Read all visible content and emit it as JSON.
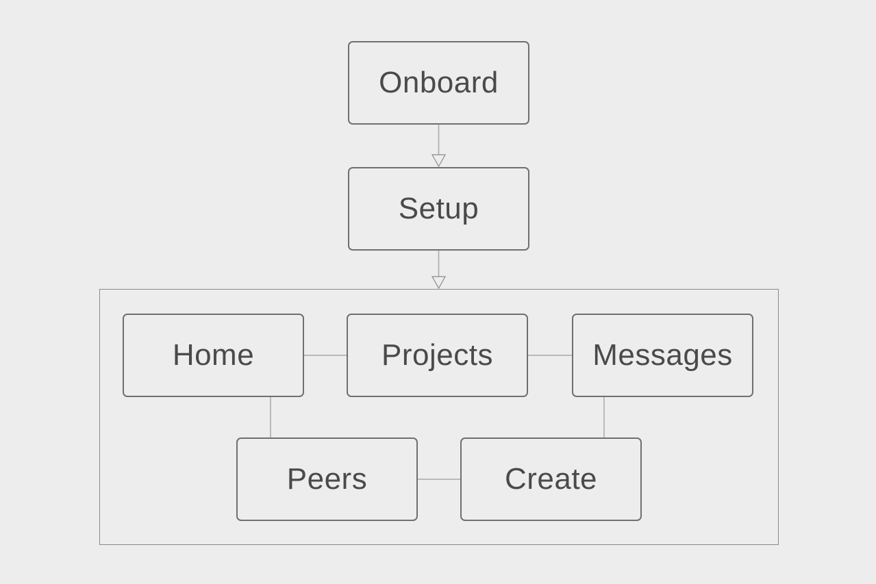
{
  "nodes": {
    "onboard": "Onboard",
    "setup": "Setup",
    "home": "Home",
    "projects": "Projects",
    "messages": "Messages",
    "peers": "Peers",
    "create": "Create"
  },
  "edges": [
    {
      "from": "onboard",
      "to": "setup",
      "directed": true
    },
    {
      "from": "setup",
      "to": "main-group",
      "directed": true
    },
    {
      "from": "home",
      "to": "projects",
      "directed": false
    },
    {
      "from": "projects",
      "to": "messages",
      "directed": false
    },
    {
      "from": "home",
      "to": "peers",
      "directed": false
    },
    {
      "from": "messages",
      "to": "create",
      "directed": false
    },
    {
      "from": "peers",
      "to": "create",
      "directed": false
    }
  ],
  "colors": {
    "background": "#ededed",
    "node_border": "#6f6f6f",
    "text": "#4a4a4a",
    "connector": "#a8a8a8"
  }
}
